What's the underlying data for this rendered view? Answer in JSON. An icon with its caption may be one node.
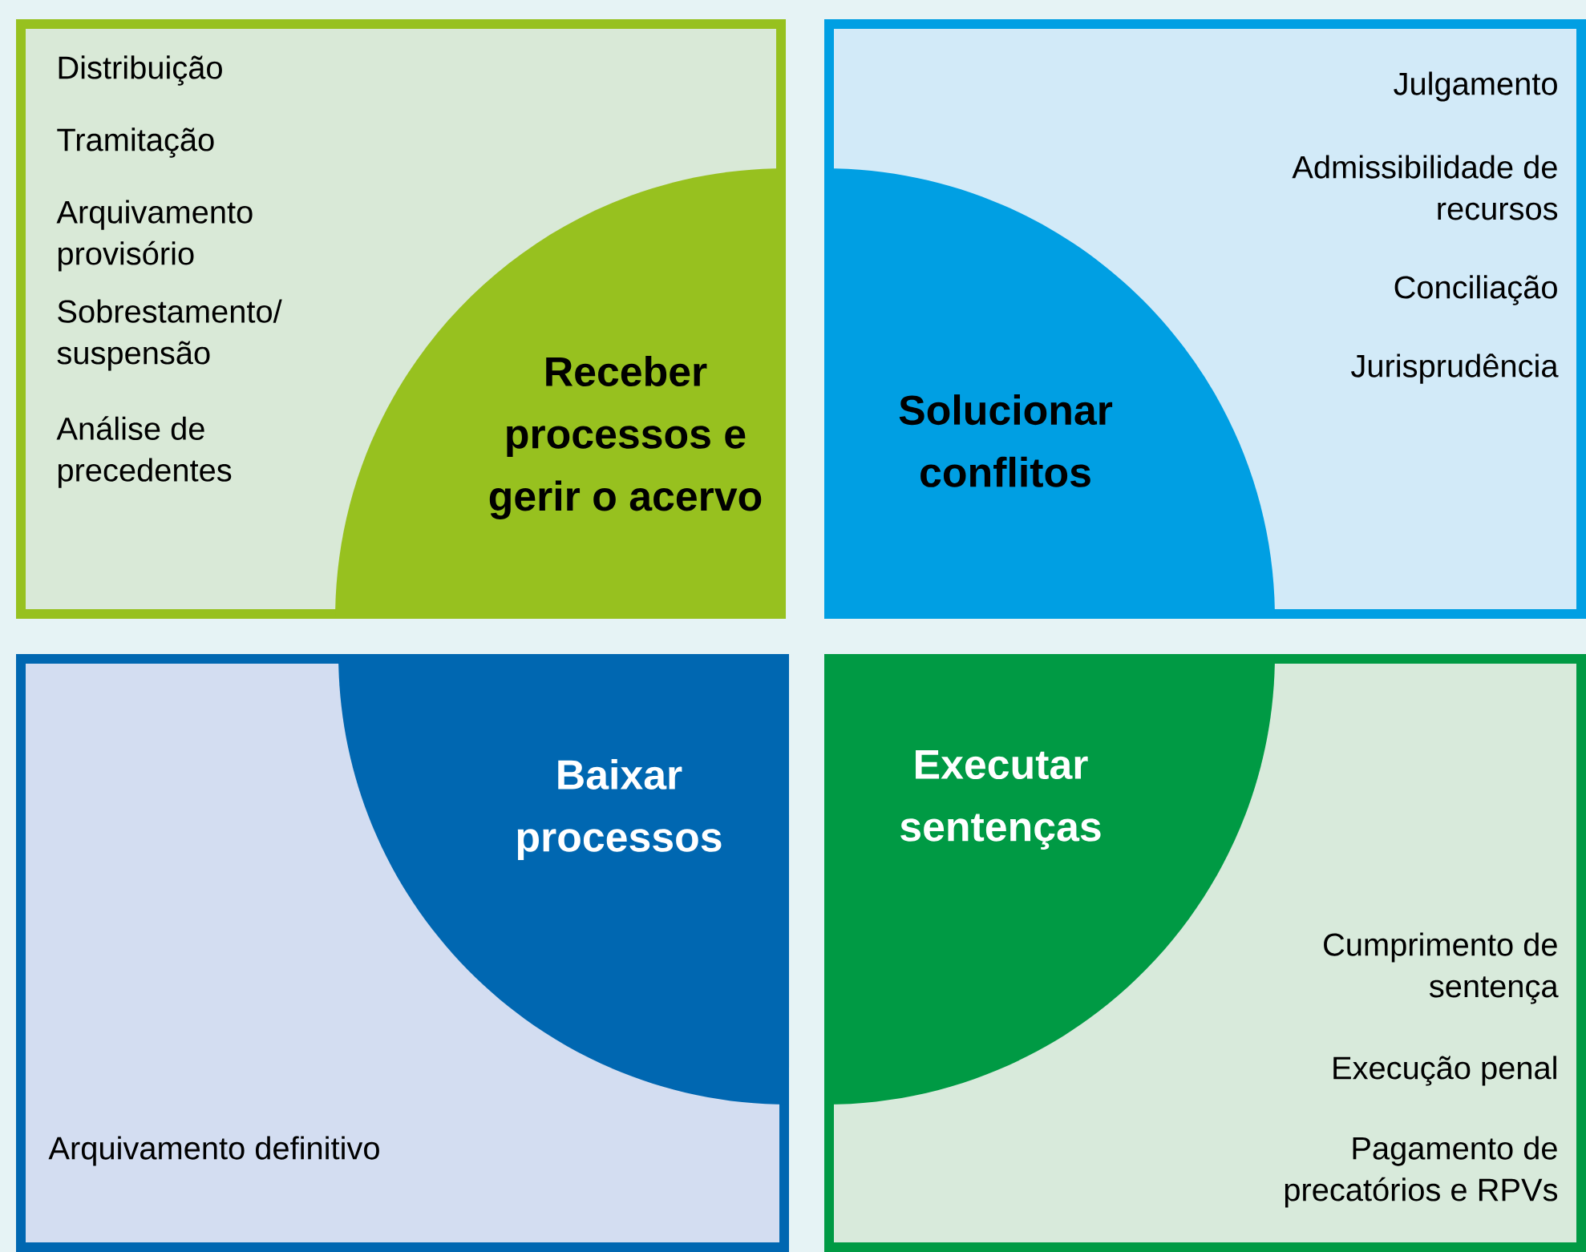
{
  "diagram": {
    "nodes": [
      {
        "text": [
          "Distribuição",
          "Tramitação",
          "Arquivamento provisório",
          "Sobrestamento/ suspensão",
          "Análise de precedentes"
        ]
      },
      {
        "text": [
          "Receber processos e gerir o acervo"
        ],
        "in": 0
      },
      {
        "text": [
          "Julgamento",
          "Admissibilidade de recursos",
          "Conciliação",
          "Jurisprudência"
        ]
      },
      {
        "text": [
          "Solucionar conflitos"
        ],
        "in": 2
      },
      {
        "text": [
          "Arquivamento definitivo"
        ]
      },
      {
        "text": [
          "Baixar processos"
        ],
        "in": 4
      },
      {
        "text": [
          "Cumprimento de sentença",
          "Execução penal",
          "Pagamento de precatórios e RPVs"
        ]
      },
      {
        "text": [
          "Executar sentenças"
        ],
        "in": 6
      }
    ],
    "edges": []
  }
}
